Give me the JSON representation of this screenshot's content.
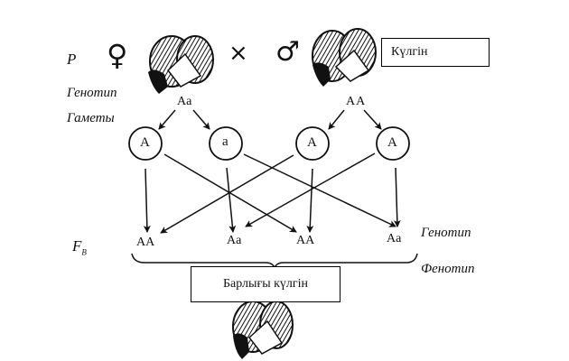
{
  "labels": {
    "parents": "P",
    "genotype_left": "Генотип",
    "gametes": "Гаметы",
    "offspring": "F",
    "offspring_sub": "B",
    "genotype_right": "Генотип",
    "phenotype_right": "Фенотип"
  },
  "symbols": {
    "female": "♀",
    "cross": "×",
    "male": "♂"
  },
  "parents": {
    "female_genotype": "Aa",
    "male_genotype": "AA",
    "male_phenotype_box": "Күлгін"
  },
  "gametes": [
    "A",
    "a",
    "A",
    "A"
  ],
  "offspring": [
    "AA",
    "Aa",
    "AA",
    "Aa"
  ],
  "offspring_phenotype_box": "Барлығы күлгін"
}
